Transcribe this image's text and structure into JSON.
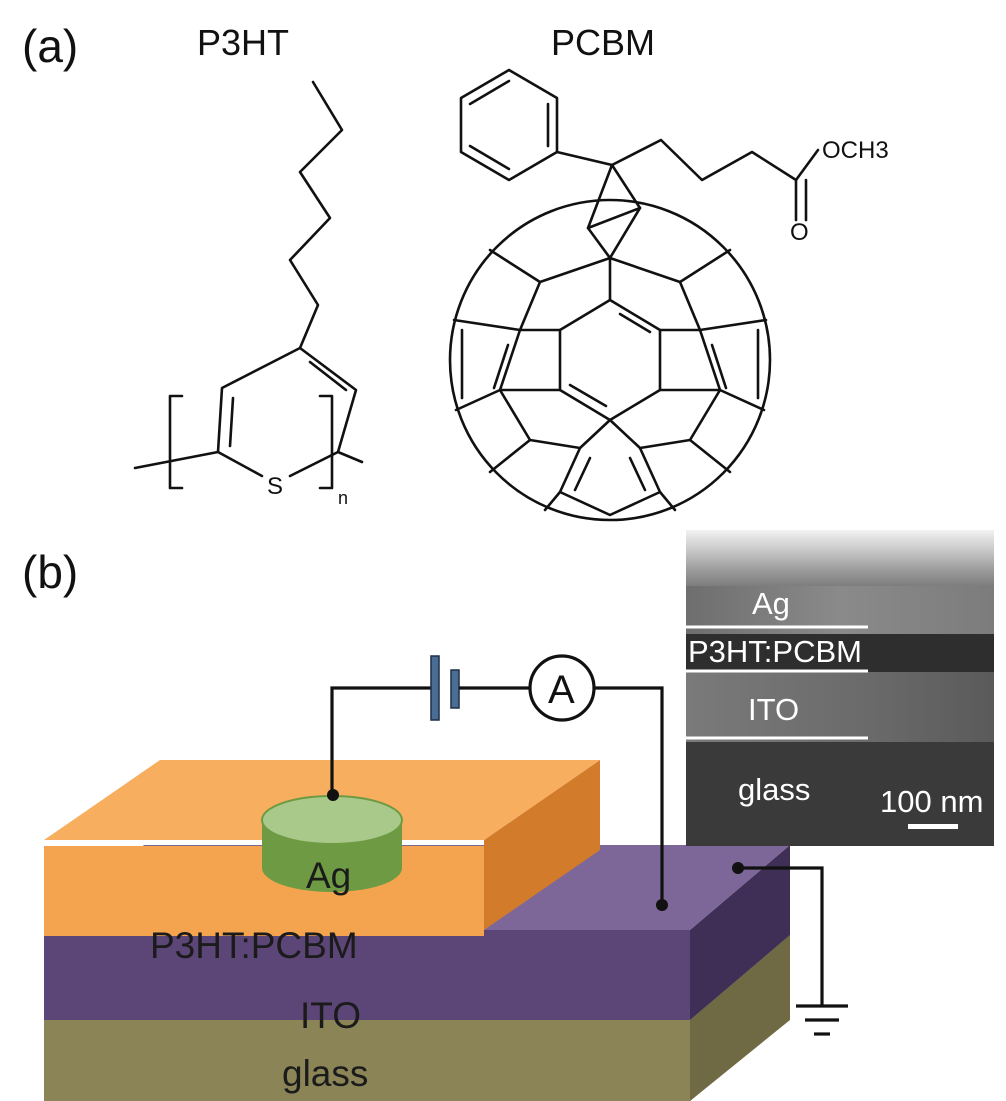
{
  "panels": {
    "a": "(a)",
    "b": "(b)"
  },
  "molecules": {
    "p3ht": {
      "name": "P3HT",
      "sulfur": "S",
      "repeat": "n"
    },
    "pcbm": {
      "name": "PCBM",
      "methoxy": "OCH3",
      "carbonyl": "O"
    }
  },
  "device": {
    "electrode_label": "Ag",
    "active_layer_label": "P3HT:PCBM",
    "ito_label": "ITO",
    "glass_label": "glass",
    "ammeter_symbol": "A"
  },
  "sem_inset": {
    "layers": [
      "Ag",
      "P3HT:PCBM",
      "ITO",
      "glass"
    ],
    "scale_bar": "100 nm"
  },
  "colors": {
    "active_layer": "#f4a44f",
    "ito": "#5c4577",
    "glass": "#8a8456",
    "electrode": "#a9c98a",
    "battery": "#4a6d96"
  }
}
